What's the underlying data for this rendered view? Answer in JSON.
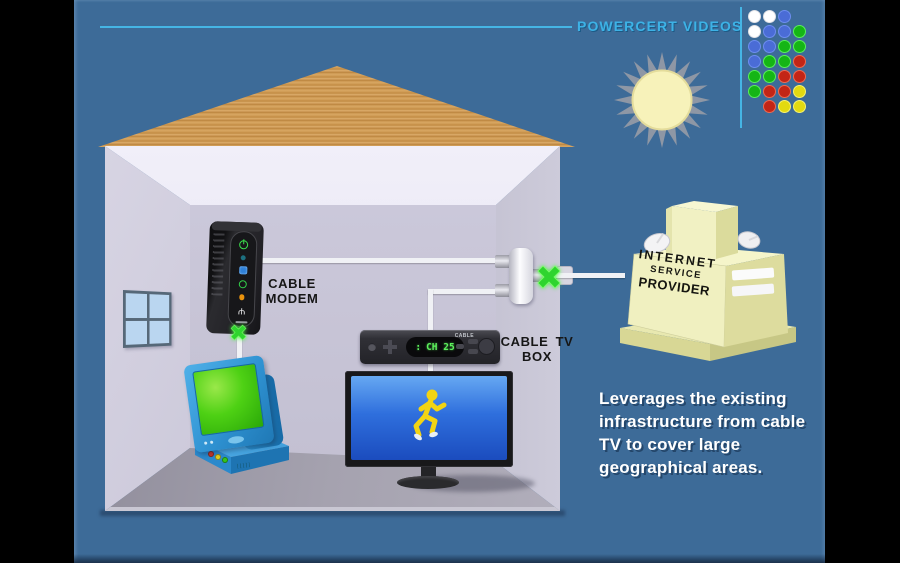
{
  "header": {
    "brand_title": "POWERCERT VIDEOS"
  },
  "dots_grid": {
    "pattern": [
      [
        "white",
        "white",
        "blue",
        null
      ],
      [
        "white",
        "blue",
        "blue",
        "green"
      ],
      [
        "blue",
        "blue",
        "green",
        "green"
      ],
      [
        "blue",
        "green",
        "green",
        "red"
      ],
      [
        "green",
        "green",
        "red",
        "red"
      ],
      [
        "green",
        "red",
        "red",
        "yellow"
      ],
      [
        null,
        "red",
        "yellow",
        "yellow"
      ]
    ],
    "fill": {
      "white": "#ffffff",
      "blue": "#4a6cd6",
      "green": "#15b515",
      "red": "#c32516",
      "yellow": "#e3da10"
    },
    "ring": {
      "white": "#e2e2e6",
      "blue": "#6d8df0",
      "green": "#5aef5a",
      "red": "#ef6a50",
      "yellow": "#f8f270"
    }
  },
  "house": {
    "modem_label": {
      "line1": "CABLE",
      "line2": "MODEM"
    },
    "tv_box_label": {
      "line1": "CABLE TV",
      "line2": "BOX"
    },
    "cable_box": {
      "indicator": ":",
      "channel": "CH 25",
      "brand": "CABLE"
    }
  },
  "isp_building": {
    "sign": {
      "line1": "INTERNET",
      "line2": "SERVICE",
      "line3": "PROVIDER"
    }
  },
  "caption": {
    "line1": "Leverages the existing",
    "line2": "infrastructure from cable",
    "line3": "TV to cover large",
    "line4": "geographical areas."
  },
  "icons": {
    "sun": "starburst-sun",
    "splitter_connector": "green-x",
    "modem_connector": "green-x",
    "tv_screen_figure": "running-man",
    "roof_dishes": "satellite-dish"
  },
  "colors": {
    "background_blue": "#3d6b98",
    "accent_cyan": "#3db2e6",
    "connector_green": "#2fd42f",
    "roof_wood": "#cf9b54",
    "monitor_green": "#3ec414",
    "tv_screen_blue": "#1e63e0",
    "building_khaki": "#f0f0c0",
    "wall_lavender": "#c8c5d7"
  }
}
